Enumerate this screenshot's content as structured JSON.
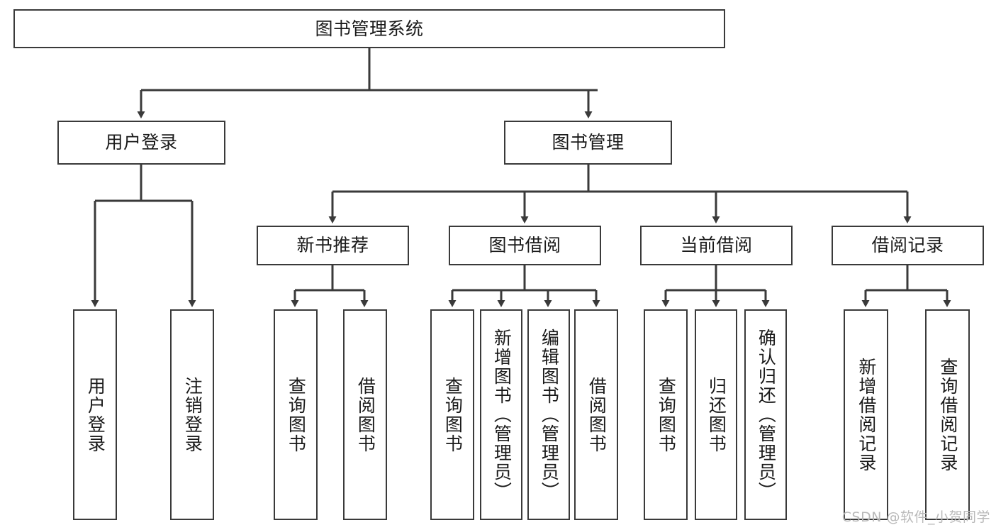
{
  "diagram": {
    "title": "图书管理系统",
    "type": "tree-hierarchy-chart",
    "stroke_color": "#3a3a3a",
    "fill_color": "#ffffff",
    "text_color": "#1a1a1a"
  },
  "watermark": {
    "text": "CSDN @软件_小贺同学",
    "color": "#b9b9b9"
  },
  "nodes": {
    "root": {
      "label": "图书管理系统"
    },
    "level2": [
      {
        "label": "用户登录"
      },
      {
        "label": "图书管理"
      }
    ],
    "level3": [
      {
        "label": "新书推荐"
      },
      {
        "label": "图书借阅"
      },
      {
        "label": "当前借阅"
      },
      {
        "label": "借阅记录"
      }
    ],
    "leaves": {
      "user_login": [
        {
          "label": "用户登录"
        },
        {
          "label": "注销登录"
        }
      ],
      "new_book_recommend": [
        {
          "label": "查询图书"
        },
        {
          "label": "借阅图书"
        }
      ],
      "book_borrow": [
        {
          "label": "查询图书"
        },
        {
          "label": "新增图书（管理员）"
        },
        {
          "label": "编辑图书（管理员）"
        },
        {
          "label": "借阅图书"
        }
      ],
      "current_borrow": [
        {
          "label": "查询图书"
        },
        {
          "label": "归还图书"
        },
        {
          "label": "确认归还（管理员）"
        }
      ],
      "borrow_records": [
        {
          "label": "新增借阅记录"
        },
        {
          "label": "查询借阅记录"
        }
      ]
    }
  }
}
